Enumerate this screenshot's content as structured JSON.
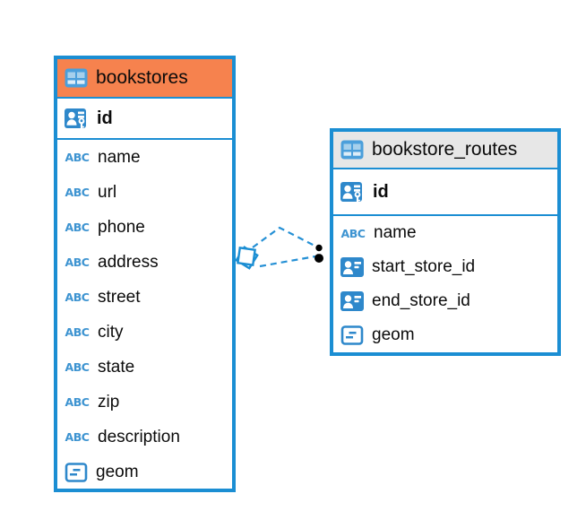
{
  "colors": {
    "table_border": "#1b8ed3",
    "bookstores_header_bg": "#F6824E",
    "routes_header_bg": "#E7E7E7",
    "flat_icon_blue": "#2E88CB",
    "abc_icon_blue": "#3E94D1",
    "relation_line_blue": "#2590d5",
    "text_color": "#0b0b0b"
  },
  "icons": {
    "text_type_label": "ABC",
    "table_icon": "table-icon",
    "primary_key_icon": "person-key-icon",
    "reference_icon": "person-card-icon",
    "geometry_icon": "geometry-icon"
  },
  "tables": [
    {
      "name": "bookstores",
      "header_style": "orange-selected",
      "primary_key": "id",
      "columns": [
        {
          "name": "name",
          "type_icon": "text"
        },
        {
          "name": "url",
          "type_icon": "text"
        },
        {
          "name": "phone",
          "type_icon": "text"
        },
        {
          "name": "address",
          "type_icon": "text"
        },
        {
          "name": "street",
          "type_icon": "text"
        },
        {
          "name": "city",
          "type_icon": "text"
        },
        {
          "name": "state",
          "type_icon": "text"
        },
        {
          "name": "zip",
          "type_icon": "text"
        },
        {
          "name": "description",
          "type_icon": "text"
        },
        {
          "name": "geom",
          "type_icon": "geometry"
        }
      ]
    },
    {
      "name": "bookstore_routes",
      "header_style": "gray",
      "primary_key": "id",
      "columns": [
        {
          "name": "name",
          "type_icon": "text"
        },
        {
          "name": "start_store_id",
          "type_icon": "reference"
        },
        {
          "name": "end_store_id",
          "type_icon": "reference"
        },
        {
          "name": "geom",
          "type_icon": "geometry"
        }
      ]
    }
  ],
  "relations": {
    "style": "dashed",
    "links": [
      {
        "from_table": "bookstore_routes",
        "to_table": "bookstores",
        "from_marker": "dot",
        "to_marker": "diamond"
      },
      {
        "from_table": "bookstore_routes",
        "to_table": "bookstores",
        "from_marker": "dot",
        "to_marker": "diamond"
      }
    ]
  }
}
